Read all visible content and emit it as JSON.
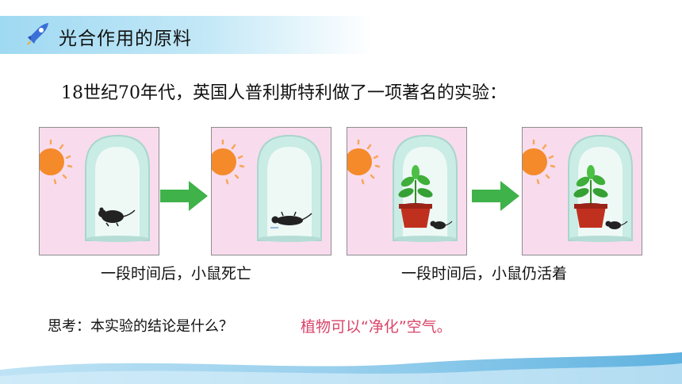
{
  "header": {
    "title": "光合作用的原料",
    "icon": "rocket-icon"
  },
  "intro": "18世纪70年代，英国人普利斯特利做了一项著名的实验：",
  "captions": [
    "一段时间后，小鼠死亡",
    "一段时间后，小鼠仍活着"
  ],
  "question": "思考：本实验的结论是什么？",
  "answer": "植物可以“净化”空气。",
  "colors": {
    "header_band": "#9fd9f2",
    "panel_bg": "#f8dced",
    "arrow": "#3fb24a",
    "answer_text": "#d9456a",
    "sun": "#f58a2a"
  }
}
